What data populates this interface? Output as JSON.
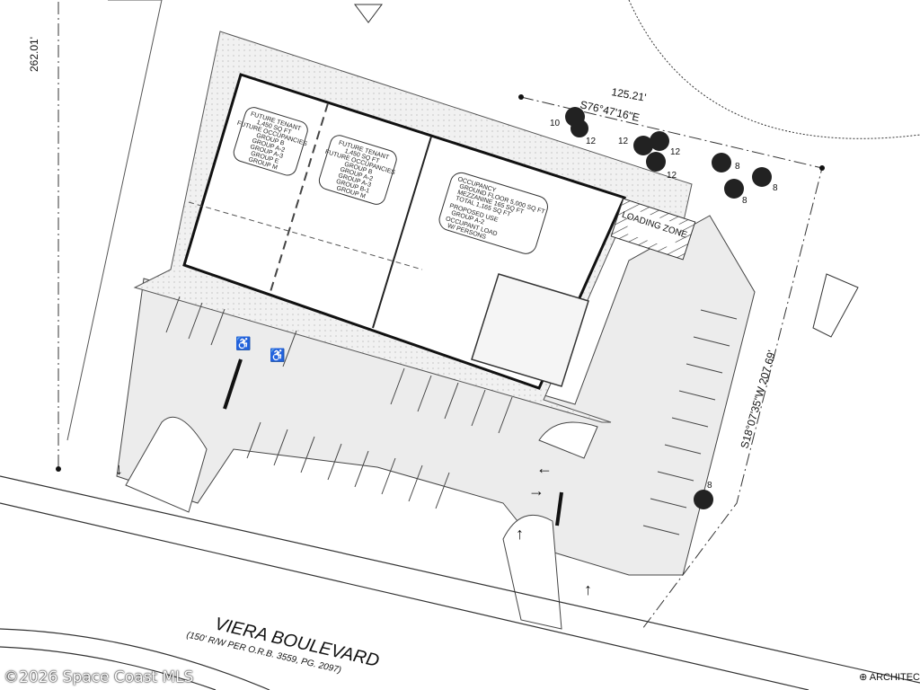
{
  "dimensions": {
    "west_line": "262.01'",
    "north_line_length": "125.21'",
    "north_line_bearing": "S76°47'16\"E",
    "east_line": "S18°07'35\"W  207.69'"
  },
  "loading_zone": "LOADING ZONE",
  "road": {
    "name": "VIERA BOULEVARD",
    "note": "(150' R/W PER O.R.B. 3559, PG. 2097)"
  },
  "tenant_boxes": [
    {
      "lines": [
        "FUTURE TENANT",
        "1,450 SQ FT",
        "FUTURE OCCUPANCIES",
        "GROUP B",
        "GROUP A-2",
        "GROUP A-3",
        "GROUP E",
        "GROUP M"
      ]
    },
    {
      "lines": [
        "FUTURE TENANT",
        "1,450 SQ FT",
        "FUTURE OCCUPANCIES",
        "GROUP B",
        "GROUP A-2",
        "GROUP A-3",
        "GROUP B-1",
        "GROUP M"
      ]
    },
    {
      "lines": [
        "OCCUPANCY",
        "GROUND FLOOR 5,000 SQ FT",
        "MEZZANINE 165 SQ FT",
        "TOTAL 1,165 SQ FT",
        "PROPOSED USE",
        "GROUP A-2",
        "OCCUPANT LOAD",
        "W/ PERSONS"
      ]
    }
  ],
  "tree_labels": [
    "10",
    "12",
    "12",
    "12",
    "12",
    "8",
    "8",
    "8",
    "8"
  ],
  "watermark": "©2026 Space Coast MLS",
  "architect_label": "ARCHITEC"
}
